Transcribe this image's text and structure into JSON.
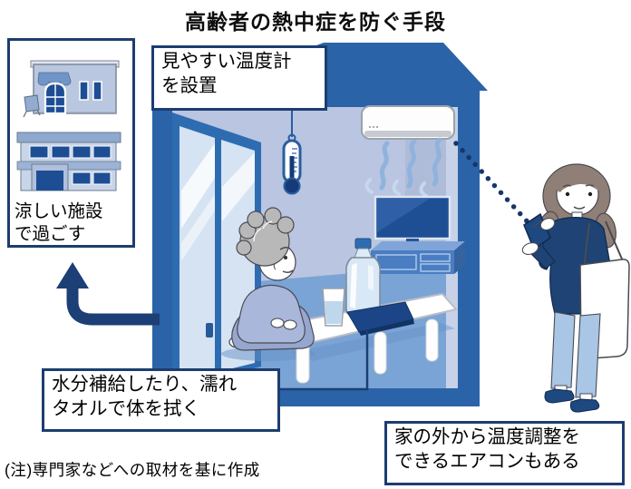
{
  "page": {
    "title": "高齢者の熱中症を防ぐ手段",
    "note": "(注)専門家などへの取材を基に作成"
  },
  "callouts": {
    "cool_facility": {
      "line1": "涼しい施設",
      "line2": "で過ごす"
    },
    "visible_thermometer": {
      "line1": "見やすい温度計",
      "line2": "を設置"
    },
    "hydration": {
      "line1": "水分補給したり、濡れ",
      "line2": "タオルで体を拭く"
    },
    "remote_ac": {
      "line1": "家の外から温度調整を",
      "line2": "できるエアコンもある"
    }
  },
  "colors": {
    "outline_navy": "#1c3f76",
    "callout_border": "#1d3d70",
    "house_blue": "#2b63a8",
    "interior_wall": "#b9c5e1",
    "floor_blue": "#7ba4d6",
    "dark_window_blue": "#1d4e94",
    "towel_navy": "#1b4587",
    "clothes_navy": "#1e4374",
    "pants_blue": "#a9c6e6",
    "text_black": "#111111"
  },
  "icons": {
    "shop_building": "shop-building-icon",
    "facility_building": "facility-building-icon",
    "thermometer": "thermometer-icon",
    "air_conditioner": "air-conditioner-icon",
    "tv": "tv-icon",
    "low_table": "low-table",
    "water_glass": "water-glass-icon",
    "water_bottle": "water-bottle-icon",
    "wet_towel": "wet-towel-icon",
    "smartphone": "smartphone-icon",
    "up_arrow": "up-arrow-icon",
    "signal": "signal-dotted-line"
  }
}
